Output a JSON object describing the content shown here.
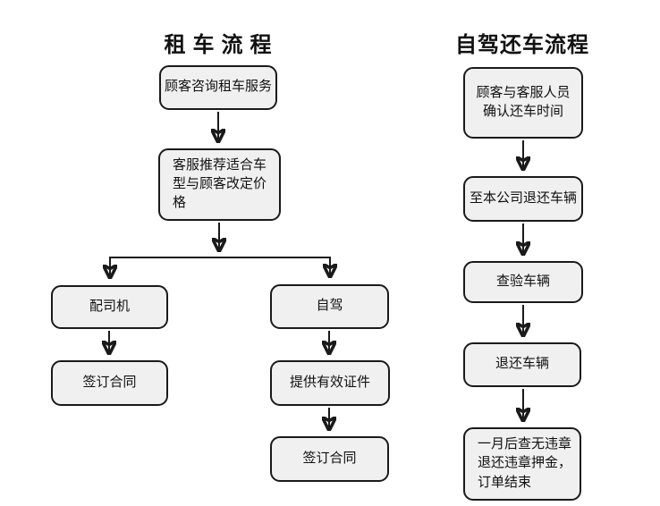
{
  "diagram": {
    "left_flow": {
      "title": "租 车 流 程",
      "nodes": {
        "inquiry": "顾客咨询租车服务",
        "recommend": "客服推荐适合车\n型与顾客改定价\n格",
        "with_driver": "配司机",
        "sign_contract_driver": "签订合同",
        "self_drive": "自驾",
        "provide_id": "提供有效证件",
        "sign_contract_self": "签订合同"
      }
    },
    "right_flow": {
      "title": "自驾还车流程",
      "nodes": {
        "confirm_time": "顾客与客服人员\n确认还车时间",
        "return_to_company": "至本公司退还车辆",
        "inspect_vehicle": "查验车辆",
        "return_vehicle": "退还车辆",
        "deposit_refund": "一月后查无违章\n退还违章押金，\n订单结束"
      }
    },
    "colors": {
      "background": "#ffffff",
      "node_fill": "#f0f0f0",
      "node_border": "#1a1a1a",
      "arrow": "#1a1a1a",
      "text": "#111111"
    }
  }
}
